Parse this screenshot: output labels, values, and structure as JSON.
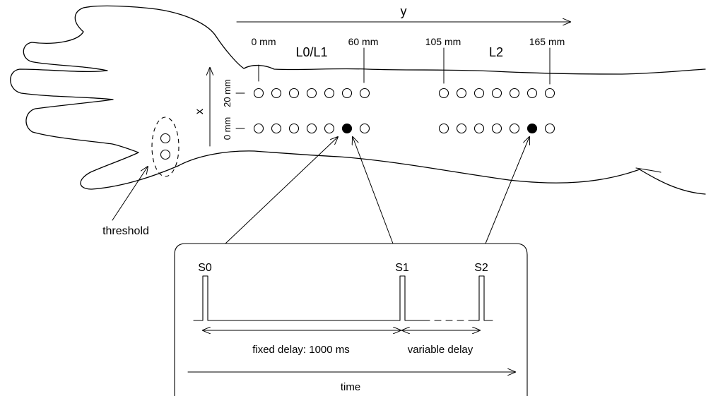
{
  "axes": {
    "y_label": "y",
    "x_label": "x"
  },
  "positions": {
    "p0": "0 mm",
    "p60": "60 mm",
    "p105": "105 mm",
    "p165": "165 mm",
    "row20": "20 mm",
    "row0": "0 mm"
  },
  "groups": {
    "left": "L0/L1",
    "right": "L2"
  },
  "threshold_label": "threshold",
  "timing": {
    "s0": "S0",
    "s1": "S1",
    "s2": "S2",
    "fixed_delay": "fixed delay: 1000 ms",
    "variable_delay": "variable delay",
    "time": "time"
  },
  "stimulated": {
    "left_row_0mm_index": 5,
    "right_row_0mm_index": 5
  }
}
